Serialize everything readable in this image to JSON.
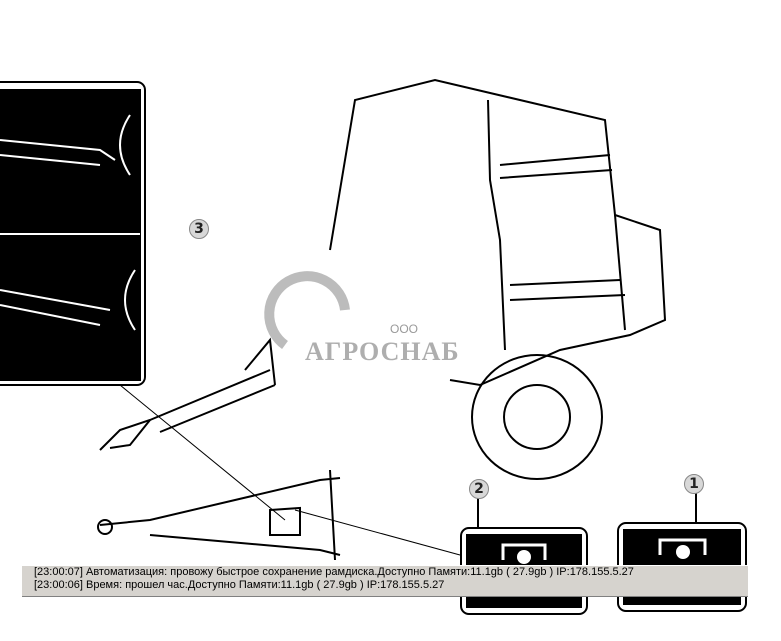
{
  "diagram": {
    "callouts": [
      "3",
      "2",
      "1"
    ],
    "watermark": {
      "brand": "АГРОСНАБ",
      "prefix": "ООО"
    }
  },
  "log": {
    "lines": [
      "[23:00:07]  Автоматизация: провожу быстрое сохранение рамдиска.Доступно Памяти:11.1gb  ( 27.9gb ) IP:178.155.5.27",
      "[23:00:06]  Время: прошел час.Доступно Памяти:11.1gb  ( 27.9gb ) IP:178.155.5.27"
    ]
  }
}
